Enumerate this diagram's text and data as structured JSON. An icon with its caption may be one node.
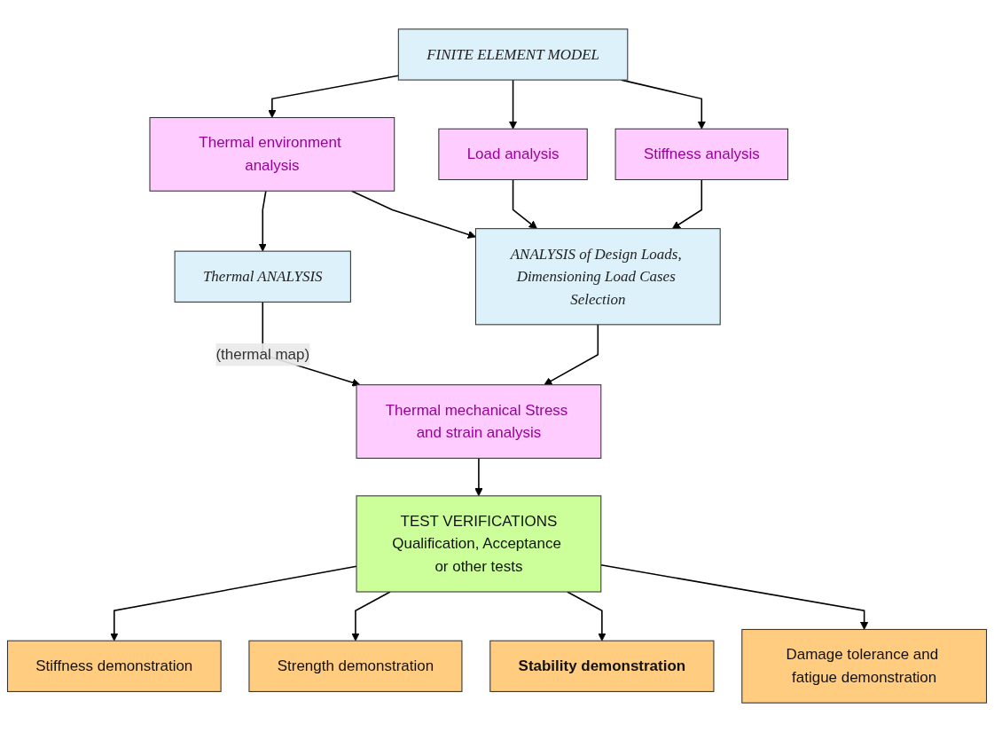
{
  "diagram": {
    "nodes": [
      {
        "text": [
          "FINITE ELEMENT MODEL"
        ]
      },
      {
        "text": [
          "Thermal environment analysis"
        ]
      },
      {
        "text": [
          "Load analysis"
        ]
      },
      {
        "text": [
          "Stiffness analysis"
        ]
      },
      {
        "text": [
          "ANALYSIS of Design Loads, Dimensioning Load Cases Selection"
        ]
      },
      {
        "text": [
          "Thermal ANALYSIS"
        ]
      },
      {
        "text": [
          "Thermal mechanical Stress and strain analysis"
        ]
      },
      {
        "text": [
          "TEST VERIFICATIONS",
          "Qualification, Acceptance or other tests"
        ]
      },
      {
        "text": [
          "Stiffness demonstration"
        ]
      },
      {
        "text": [
          "Strength demonstration"
        ]
      },
      {
        "text": [
          "Stability demonstration"
        ]
      },
      {
        "text": [
          "Damage tolerance and fatigue demonstration"
        ]
      }
    ],
    "edges": [
      {
        "from": 0,
        "to": 1,
        "arrow": "to"
      },
      {
        "from": 0,
        "to": 2,
        "arrow": "to"
      },
      {
        "from": 0,
        "to": 3,
        "arrow": "to"
      },
      {
        "from": 1,
        "to": 4,
        "arrow": "to"
      },
      {
        "from": 2,
        "to": 4,
        "arrow": "to"
      },
      {
        "from": 3,
        "to": 4,
        "arrow": "to"
      },
      {
        "from": 1,
        "to": 5,
        "arrow": "to"
      },
      {
        "from": 5,
        "to": 6,
        "arrow": "to",
        "label": "(thermal map)"
      },
      {
        "from": 4,
        "to": 6,
        "arrow": "to"
      },
      {
        "from": 6,
        "to": 7,
        "arrow": "to"
      },
      {
        "from": 7,
        "to": 8,
        "arrow": "to"
      },
      {
        "from": 7,
        "to": 9,
        "arrow": "to"
      },
      {
        "from": 7,
        "to": 10,
        "arrow": "to"
      },
      {
        "from": 7,
        "to": 11,
        "arrow": "to"
      }
    ]
  }
}
